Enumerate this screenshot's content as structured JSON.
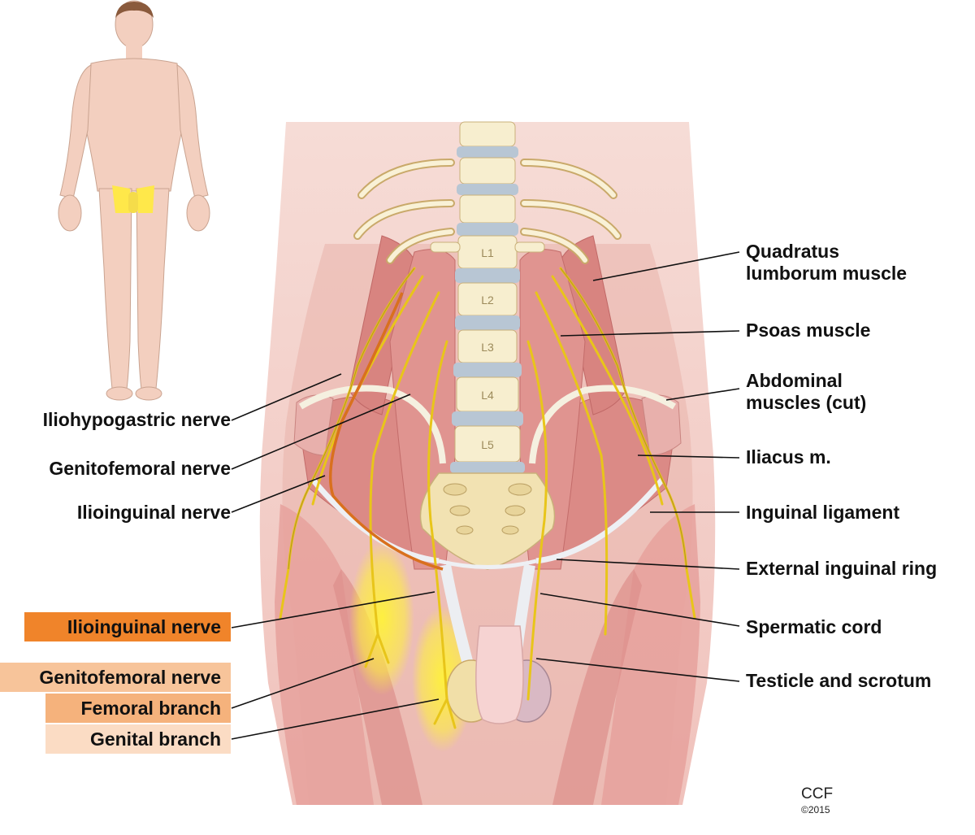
{
  "labels_right": {
    "quadratus_line1": "Quadratus",
    "quadratus_line2": "lumborum muscle",
    "psoas": "Psoas muscle",
    "abdominal_line1": "Abdominal",
    "abdominal_line2": "muscles (cut)",
    "iliacus": "Iliacus m.",
    "inguinal_ligament": "Inguinal ligament",
    "external_ring": "External inguinal ring",
    "spermatic_cord": "Spermatic cord",
    "testicle": "Testicle and scrotum"
  },
  "labels_left": {
    "iliohypogastric": "Iliohypogastric nerve",
    "genitofemoral": "Genitofemoral nerve",
    "ilioinguinal": "Ilioinguinal nerve"
  },
  "highlight_boxes": {
    "ilioinguinal": "Ilioinguinal nerve",
    "genitofemoral": "Genitofemoral nerve",
    "femoral_branch": "Femoral branch",
    "genital_branch": "Genital branch"
  },
  "vertebrae": [
    "L1",
    "L2",
    "L3",
    "L4",
    "L5"
  ],
  "credit": {
    "org": "CCF",
    "year": "©2015"
  },
  "colors": {
    "skin": "#f4d9d2",
    "body_pink": "#f2c6c0",
    "muscle": "#d9817f",
    "muscle_dark": "#c86a6a",
    "bone": "#f7eecf",
    "disc": "#b8c6d4",
    "nerve": "#e8c51a",
    "highlight_yellow": "#fff23a",
    "box_ilioinguinal": "#f0842a",
    "box_genitofemoral": "#f7c49a",
    "box_femoral": "#f5b27c",
    "box_genital": "#fbdcc4"
  }
}
